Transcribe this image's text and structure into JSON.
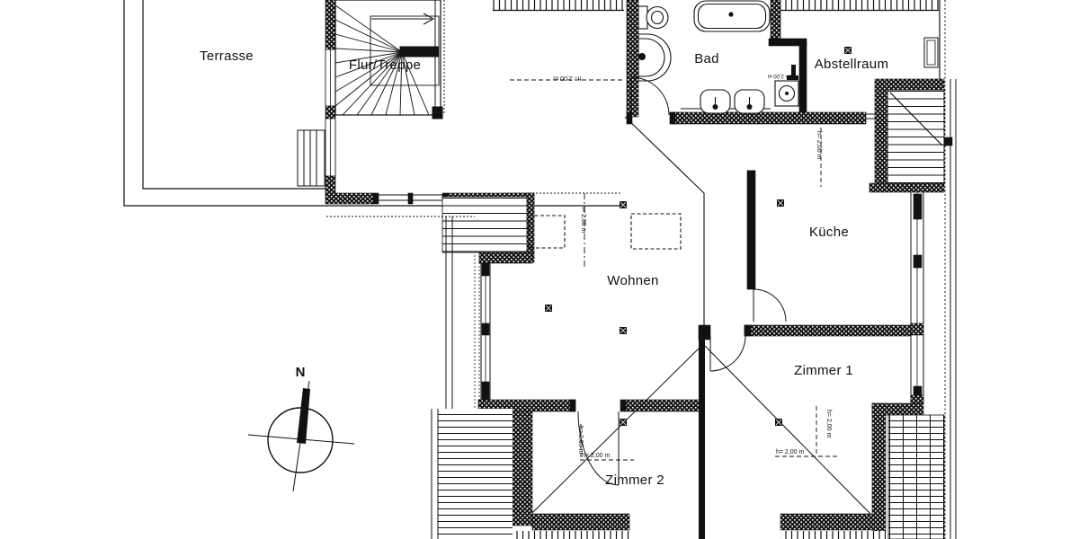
{
  "drawing": {
    "type": "architectural-floor-plan",
    "background_color": "#ffffff",
    "line_color": "#111111",
    "rooms": {
      "terrasse": {
        "label": "Terrasse"
      },
      "flur_treppe": {
        "label": "Flur/Treppe"
      },
      "bad": {
        "label": "Bad"
      },
      "abstellraum": {
        "label": "Abstellraum"
      },
      "kueche": {
        "label": "Küche"
      },
      "wohnen": {
        "label": "Wohnen"
      },
      "zimmer1": {
        "label": "Zimmer 1"
      },
      "zimmer2": {
        "label": "Zimmer 2"
      }
    },
    "annotations": {
      "height_note": "h= 2,00 m"
    },
    "compass": {
      "label": "N"
    }
  }
}
